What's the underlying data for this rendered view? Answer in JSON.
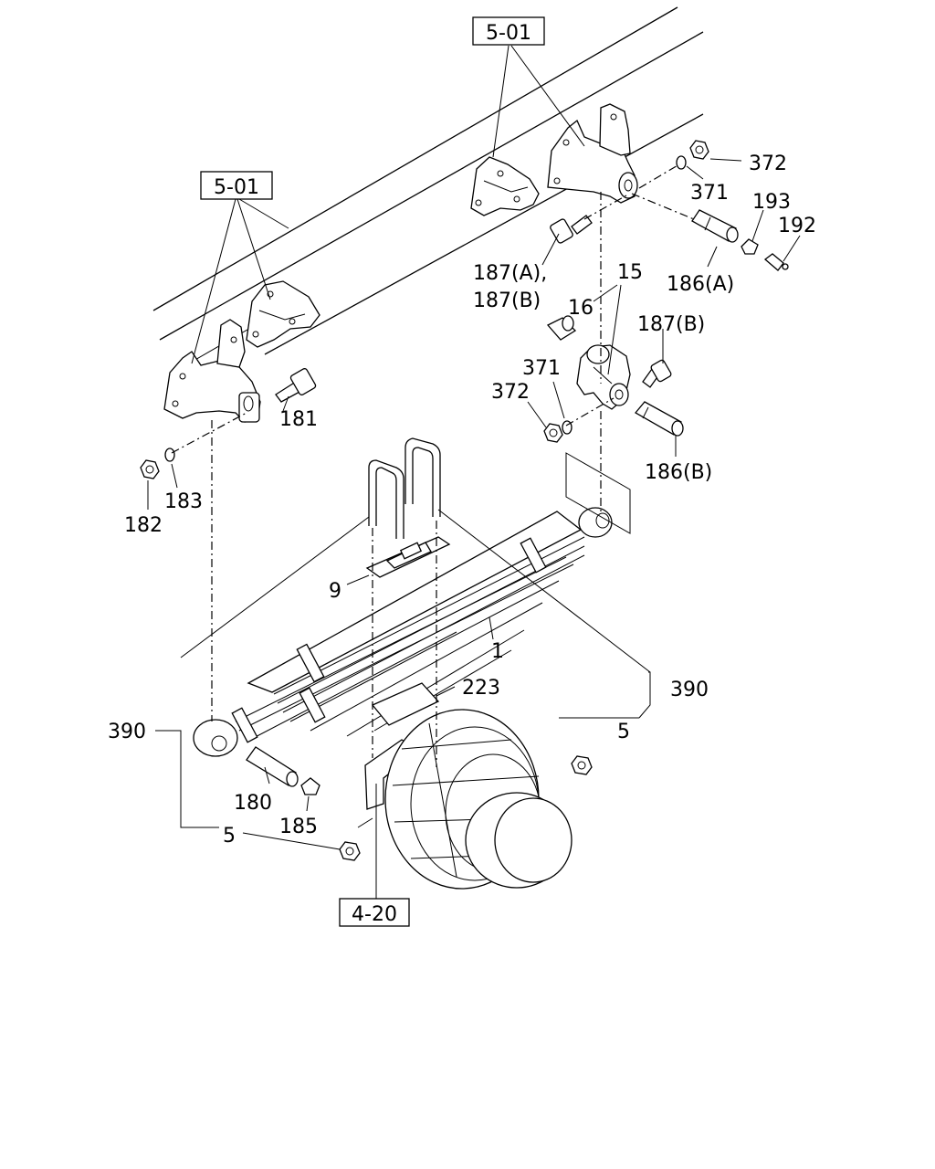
{
  "diagram": {
    "refs": {
      "ref_top": "5-01",
      "ref_left": "5-01",
      "ref_bottom": "4-20"
    },
    "callouts": {
      "c372_top": "372",
      "c371_top": "371",
      "c193": "193",
      "c192": "192",
      "c187a": "187(A),",
      "c187b_line2": "187(B)",
      "c186a": "186(A)",
      "c15": "15",
      "c16": "16",
      "c187b": "187(B)",
      "c371": "371",
      "c372": "372",
      "c186b": "186(B)",
      "c181": "181",
      "c182": "182",
      "c183": "183",
      "c9": "9",
      "c1": "1",
      "c223": "223",
      "c390_right": "390",
      "c5_right": "5",
      "c390_left": "390",
      "c180": "180",
      "c185": "185",
      "c5_left": "5"
    }
  }
}
